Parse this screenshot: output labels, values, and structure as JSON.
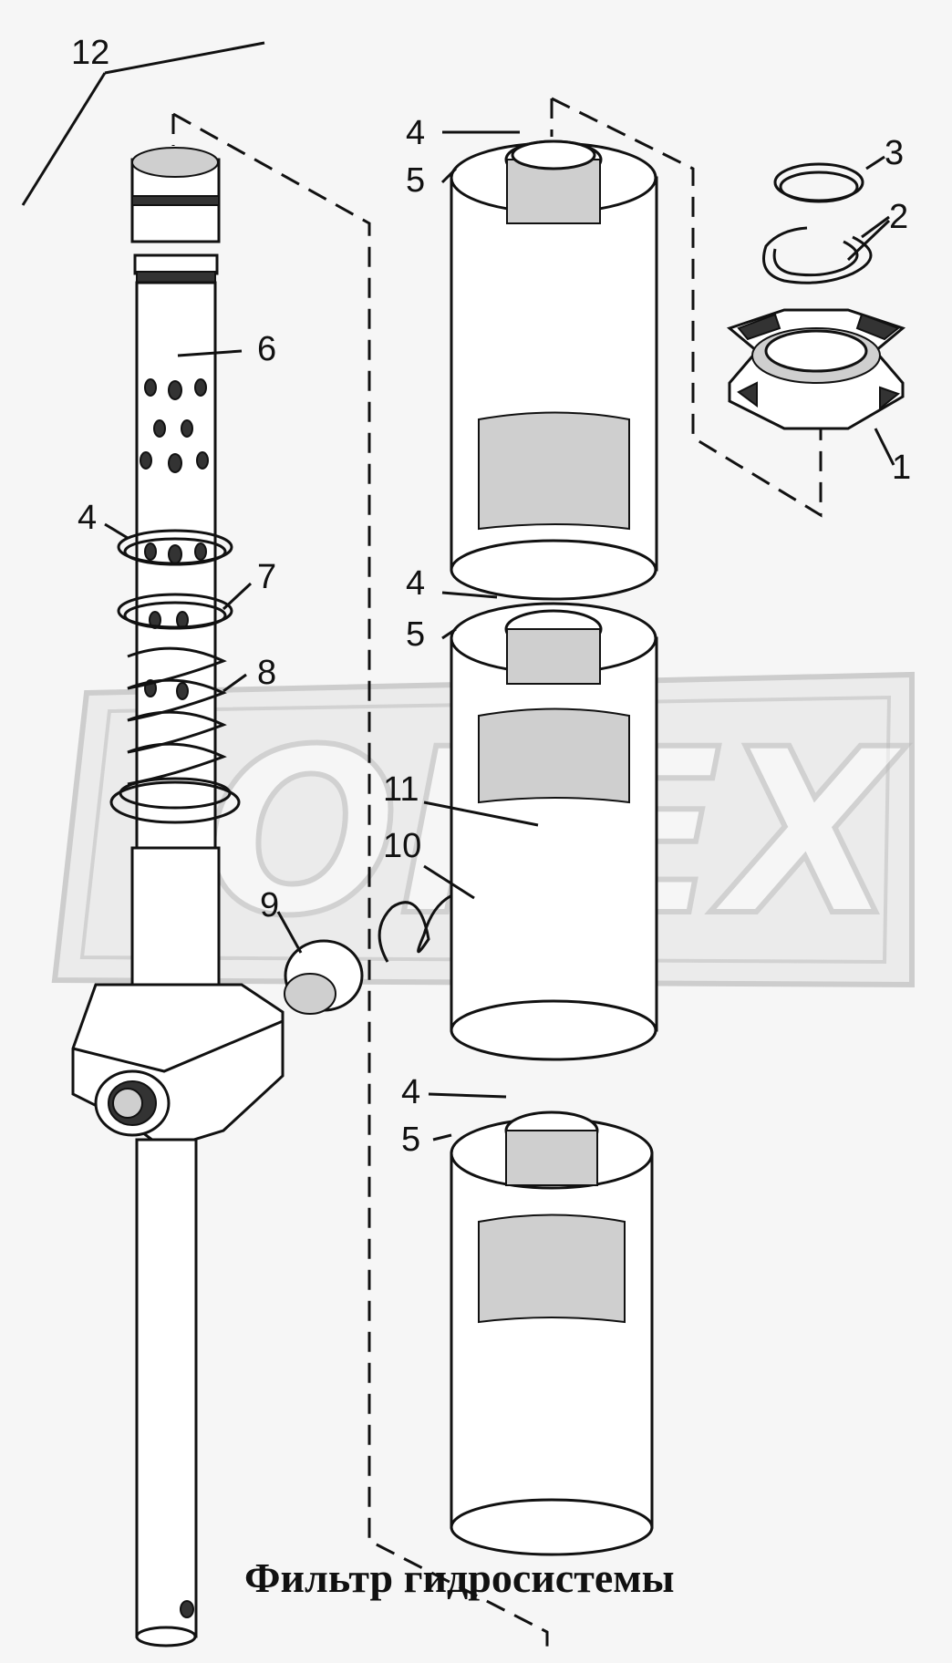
{
  "diagram": {
    "caption": "Фильтр гидросистемы",
    "watermark": "OPEX",
    "callouts": {
      "n12": "12",
      "n6": "6",
      "n4a": "4",
      "n7": "7",
      "n8": "8",
      "n9": "9",
      "n4b": "4",
      "n5b": "5",
      "n3": "3",
      "n2": "2",
      "n1": "1",
      "n4c": "4",
      "n5c": "5",
      "n11": "11",
      "n10": "10",
      "n4d": "4",
      "n5d": "5"
    }
  }
}
